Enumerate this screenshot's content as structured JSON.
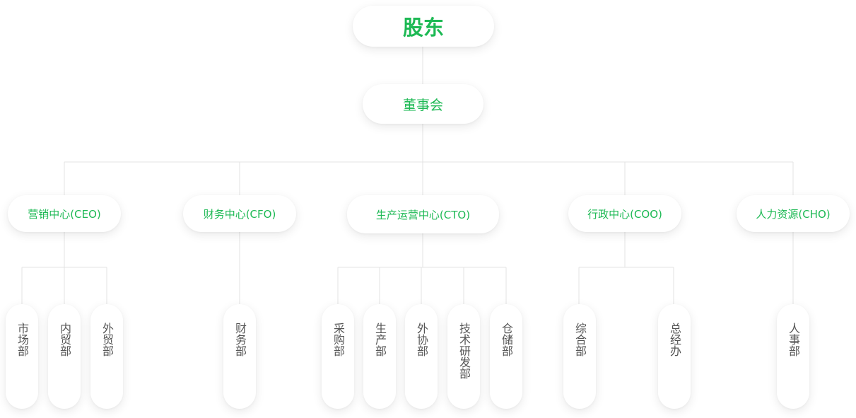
{
  "root": "股东",
  "board": "董事会",
  "centers": [
    {
      "label": "营销中心(CEO)",
      "departments": [
        "市场部",
        "内贸部",
        "外贸部"
      ]
    },
    {
      "label": "财务中心(CFO)",
      "departments": [
        "财务部"
      ]
    },
    {
      "label": "生产运营中心(CTO)",
      "departments": [
        "采购部",
        "生产部",
        "外协部",
        "技术研发部",
        "仓储部"
      ]
    },
    {
      "label": "行政中心(COO)",
      "departments": [
        "综合部",
        "总经办"
      ]
    },
    {
      "label": "人力资源(CHO)",
      "departments": [
        "人事部"
      ]
    }
  ],
  "colors": {
    "accent": "#1db954",
    "line": "#e3e3e3",
    "dept_text": "#555555"
  }
}
